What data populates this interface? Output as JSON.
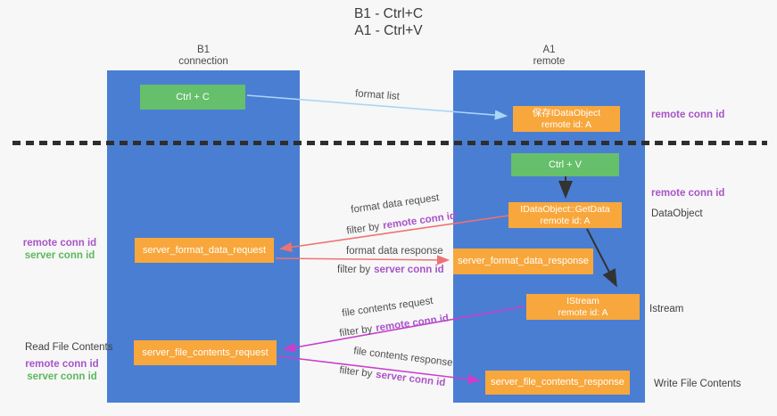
{
  "title": {
    "line1": "B1 - Ctrl+C",
    "line2": "A1 - Ctrl+V"
  },
  "lanes": {
    "left": {
      "title": "B1",
      "subtitle": "connection"
    },
    "right": {
      "title": "A1",
      "subtitle": "remote"
    }
  },
  "nodes": {
    "ctrl_c": {
      "label": "Ctrl + C"
    },
    "ctrl_v": {
      "label": "Ctrl + V"
    },
    "save_idataobject": {
      "line1": "保存IDataObject",
      "line2": "remote id: A"
    },
    "idataobject_getdata": {
      "line1": "IDataObject::GetData",
      "line2": "remote id: A"
    },
    "istream": {
      "line1": "IStream",
      "line2": "remote id: A"
    },
    "server_format_data_request": {
      "label": "server_format_data_request"
    },
    "server_format_data_response": {
      "label": "server_format_data_response"
    },
    "server_file_contents_request": {
      "label": "server_file_contents_request"
    },
    "server_file_contents_response": {
      "label": "server_file_contents_response"
    }
  },
  "edges": {
    "format_list": {
      "label": "format list"
    },
    "format_data_request": {
      "label": "format data request",
      "filter_prefix": "filter by",
      "filter_id": "remote conn id"
    },
    "format_data_response": {
      "label": "format data response",
      "filter_prefix": "filter by",
      "filter_id": "server conn id"
    },
    "file_contents_request": {
      "label": "file contents request",
      "filter_prefix": "filter by",
      "filter_id": "remote conn id"
    },
    "file_contents_response": {
      "label": "file contents response",
      "filter_prefix": "filter by",
      "filter_id": "server conn id"
    }
  },
  "annotations": {
    "remote_conn_id_top": "remote conn id",
    "remote_conn_id_mid": "remote conn id",
    "dataobject": "DataObject",
    "istream": "Istream",
    "write_file_contents": "Write File Contents",
    "read_file_contents": "Read File Contents",
    "left_mid": {
      "remote": "remote conn id",
      "server": "server conn id"
    },
    "left_bottom": {
      "remote": "remote conn id",
      "server": "server conn id"
    }
  },
  "colors": {
    "lane_blue": "#4a7ed3",
    "box_green": "#66bf6a",
    "box_orange": "#f8a73c",
    "arrow_light_blue": "#a9d6f5",
    "arrow_salmon": "#ef7272",
    "arrow_magenta": "#ca3fc9",
    "arrow_black": "#333333",
    "text_purple": "#a855c8",
    "text_green": "#5cb85c",
    "text_dark": "#3f3f3f",
    "background": "#f7f7f7"
  }
}
